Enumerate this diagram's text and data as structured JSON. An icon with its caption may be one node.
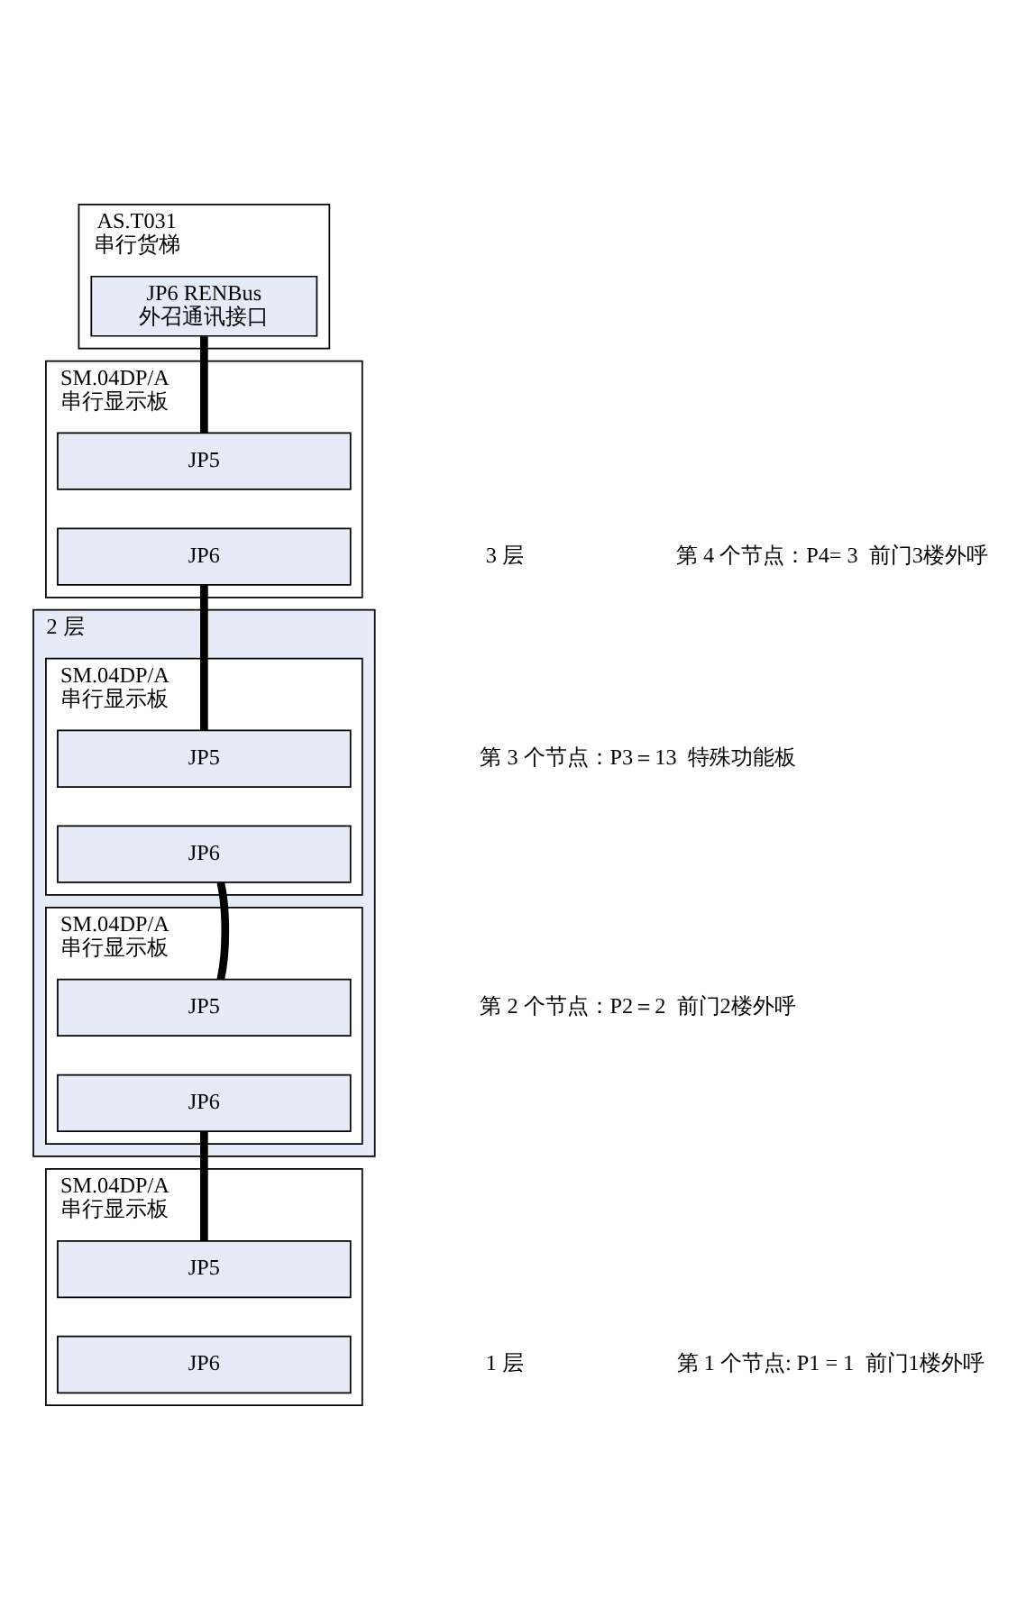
{
  "diagram": {
    "nodes": [
      {
        "text": [
          "AS.T031",
          "串行货梯"
        ]
      },
      {
        "text": [
          "JP6 RENBus",
          "外召通讯接口"
        ],
        "in": 0
      },
      {
        "text": [
          "SM.04DP/A",
          "串行显示板"
        ]
      },
      {
        "text": [
          "JP5"
        ],
        "in": 2
      },
      {
        "text": [
          "JP6"
        ],
        "in": 2
      },
      {
        "text": [
          "2 层"
        ]
      },
      {
        "text": [
          "SM.04DP/A",
          "串行显示板"
        ],
        "in": 5
      },
      {
        "text": [
          "JP5"
        ],
        "in": 6
      },
      {
        "text": [
          "JP6"
        ],
        "in": 6
      },
      {
        "text": [
          "SM.04DP/A",
          "串行显示板"
        ],
        "in": 5
      },
      {
        "text": [
          "JP5"
        ],
        "in": 9
      },
      {
        "text": [
          "JP6"
        ],
        "in": 9
      },
      {
        "text": [
          "SM.04DP/A",
          "串行显示板"
        ]
      },
      {
        "text": [
          "JP5"
        ],
        "in": 12
      },
      {
        "text": [
          "JP6"
        ],
        "in": 12
      }
    ],
    "edges": [
      {
        "from": 1,
        "to": 3,
        "arrow": "none"
      },
      {
        "from": 4,
        "to": 7,
        "arrow": "none"
      },
      {
        "from": 8,
        "to": 10,
        "arrow": "none"
      },
      {
        "from": 11,
        "to": 13,
        "arrow": "none"
      }
    ],
    "labels": [
      "3 层",
      "第 4 个节点：P4= 3  前门3楼外呼",
      "第 3 个节点：P3＝13  特殊功能板",
      "第 2 个节点：P2＝2  前门2楼外呼",
      "1 层",
      "第 1 个节点: P1 = 1  前门1楼外呼"
    ]
  }
}
